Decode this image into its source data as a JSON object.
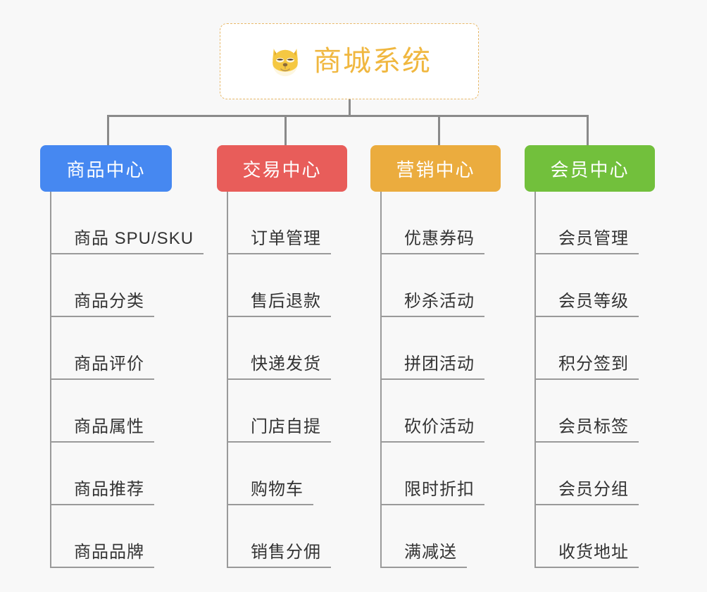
{
  "background_color": "#f8f8f8",
  "root": {
    "icon": "shiba-dog-face-icon",
    "title": "商城系统",
    "text_color": "#f0b73f",
    "border_color": "#e8b96a",
    "background": "#ffffff"
  },
  "connector_color": "#8a8a8a",
  "categories": [
    {
      "label": "商品中心",
      "color": "#4688f1",
      "items": [
        "商品 SPU/SKU",
        "商品分类",
        "商品评价",
        "商品属性",
        "商品推荐",
        "商品品牌"
      ]
    },
    {
      "label": "交易中心",
      "color": "#e85d5a",
      "items": [
        "订单管理",
        "售后退款",
        "快递发货",
        "门店自提",
        "购物车",
        "销售分佣"
      ]
    },
    {
      "label": "营销中心",
      "color": "#ebac3e",
      "items": [
        "优惠券码",
        "秒杀活动",
        "拼团活动",
        "砍价活动",
        "限时折扣",
        "满减送"
      ]
    },
    {
      "label": "会员中心",
      "color": "#72c03c",
      "items": [
        "会员管理",
        "会员等级",
        "积分签到",
        "会员标签",
        "会员分组",
        "收货地址"
      ]
    }
  ]
}
